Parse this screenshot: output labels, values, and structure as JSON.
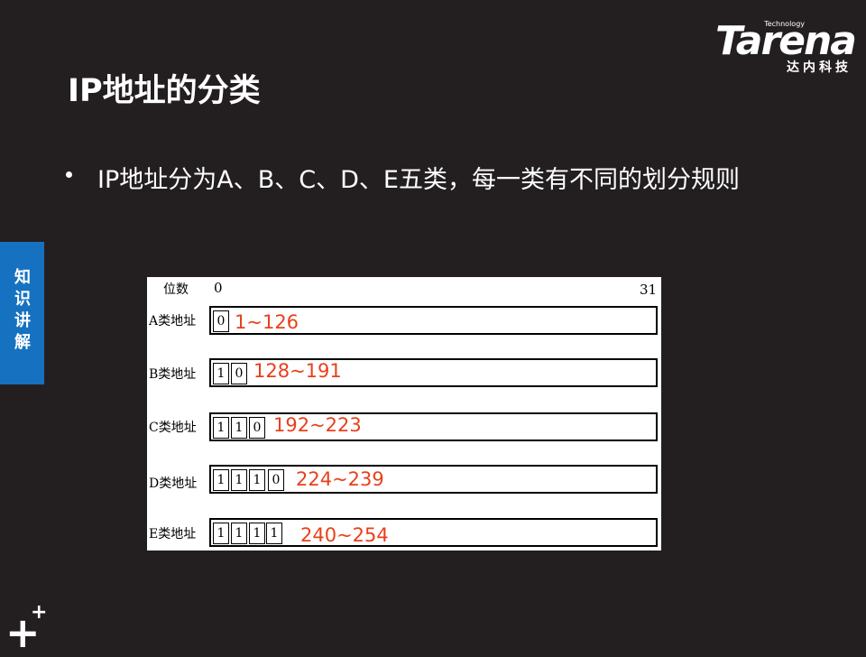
{
  "logo": {
    "tech": "Technology",
    "word": "Tarena",
    "cn": "达内科技"
  },
  "title": "IP地址的分类",
  "bullet": "IP地址分为A、B、C、D、E五类，每一类有不同的划分规则",
  "side_tab": "知识讲解",
  "figure": {
    "header": {
      "label": "位数",
      "start": "0",
      "end": "31"
    },
    "rows": [
      {
        "label": "A类地址",
        "bits": [
          "0"
        ],
        "range": "1~126"
      },
      {
        "label": "B类地址",
        "bits": [
          "1",
          "0"
        ],
        "range": "128~191"
      },
      {
        "label": "C类地址",
        "bits": [
          "1",
          "1",
          "0"
        ],
        "range": "192~223"
      },
      {
        "label": "D类地址",
        "bits": [
          "1",
          "1",
          "1",
          "0"
        ],
        "range": "224~239"
      },
      {
        "label": "E类地址",
        "bits": [
          "1",
          "1",
          "1",
          "1"
        ],
        "range": "240~254"
      }
    ]
  }
}
